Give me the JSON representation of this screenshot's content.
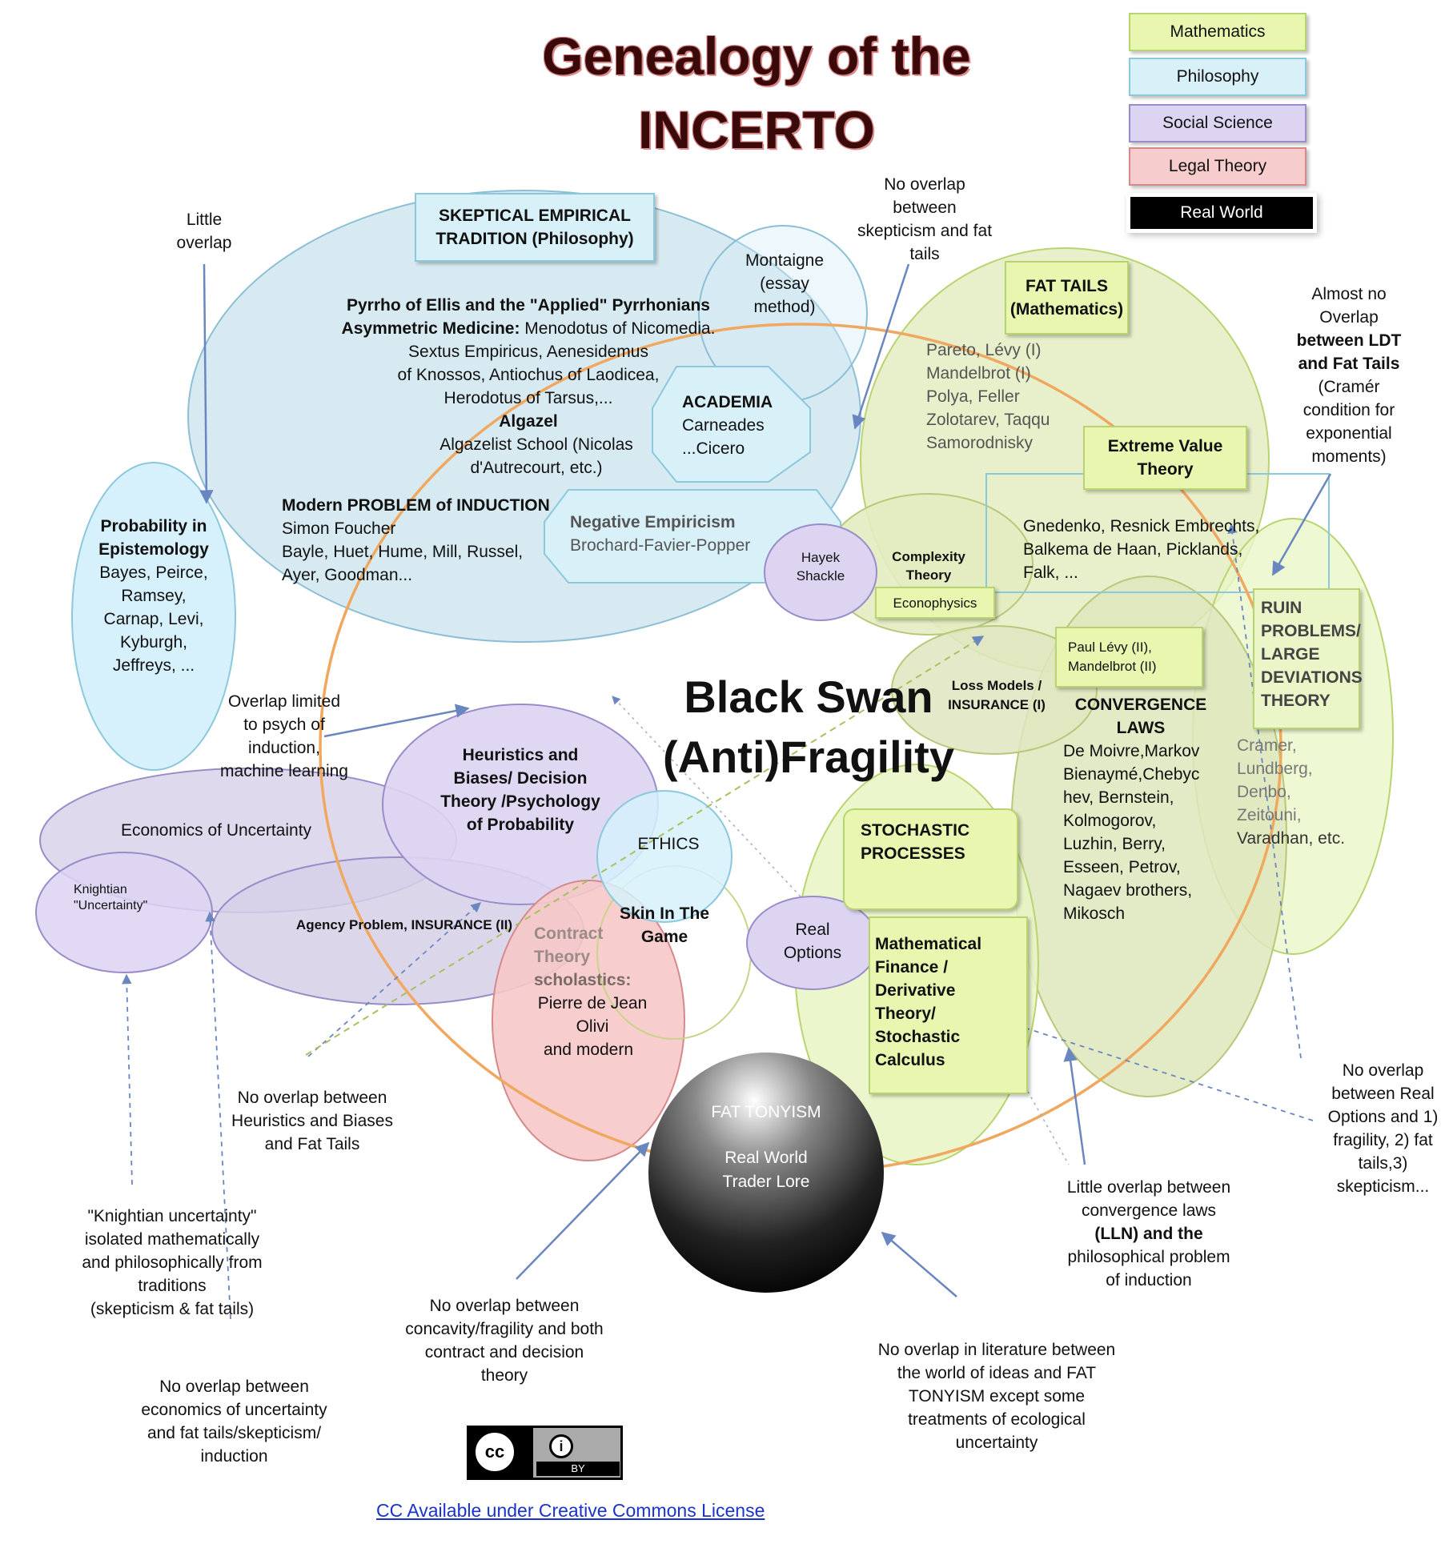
{
  "title": {
    "line1": "Genealogy of the",
    "line2": "INCERTO"
  },
  "legend": [
    {
      "label": "Mathematics",
      "color": "#e8f6b0",
      "border": "#b8d470",
      "text_color": "#111"
    },
    {
      "label": "Philosophy",
      "color": "#d8f0f8",
      "border": "#8cc8dc",
      "text_color": "#111"
    },
    {
      "label": "Social Science",
      "color": "#ddd4f2",
      "border": "#9a8cc8",
      "text_color": "#111"
    },
    {
      "label": "Legal Theory",
      "color": "#f6cccc",
      "border": "#d48a8a",
      "text_color": "#111"
    },
    {
      "label": "Real World",
      "color": "#000000",
      "border": "#000000",
      "text_color": "#fff"
    }
  ],
  "center": {
    "line1": "Black Swan",
    "line2": "(Anti)Fragility"
  },
  "skeptical": {
    "header": [
      "SKEPTICAL EMPIRICAL",
      "TRADITION (Philosophy)"
    ],
    "pyrrho": "Pyrrho of Ellis and the \"Applied\" Pyrrhonians",
    "asym_bold": "Asymmetric Medicine:",
    "asym_rest": " Menodotus of Nicomedia.",
    "lines": [
      "Sextus Empiricus, Aenesidemus",
      "of Knossos, Antiochus of Laodicea,",
      "Herodotus of Tarsus,..."
    ],
    "algazel": "Algazel",
    "algazel_school": [
      "Algazelist School (Nicolas",
      "d'Autrecourt, etc.)"
    ],
    "induction_title": "Modern PROBLEM of INDUCTION",
    "induction_lines": [
      "Simon Foucher",
      "Bayle, Huet, Hume, Mill, Russel,",
      "Ayer, Goodman..."
    ]
  },
  "montaigne": [
    "Montaigne",
    "(essay",
    "method)"
  ],
  "academia": {
    "title": "ACADEMIA",
    "lines": [
      "Carneades",
      "...Cicero"
    ]
  },
  "negative_empiricism": {
    "title": "Negative Empiricism",
    "sub": "Brochard-Favier-Popper"
  },
  "hayek": [
    "Hayek",
    "Shackle"
  ],
  "complexity": [
    "Complexity",
    "Theory"
  ],
  "econophysics": "Econophysics",
  "fat_tails": {
    "header": [
      "FAT TAILS",
      "(Mathematics)"
    ],
    "lines": [
      "Pareto, Lévy (I)",
      "Mandelbrot (I)",
      "Polya,  Feller",
      "Zolotarev, Taqqu",
      "Samorodnisky"
    ]
  },
  "evt": {
    "header": [
      "Extreme Value",
      "Theory"
    ],
    "lines": [
      "Gnedenko, Resnick Embrechts,",
      "Balkema de Haan, Picklands,",
      "Falk, ..."
    ]
  },
  "ruin": {
    "header": [
      "RUIN",
      "PROBLEMS/",
      "LARGE",
      "DEVIATIONS",
      "THEORY"
    ],
    "lines": [
      "Cramer,",
      "Lundberg,",
      "Denbo,",
      "Zeitouni,",
      "Varadhan, etc."
    ]
  },
  "paul_levy": [
    "Paul Lévy (II),",
    "Mandelbrot (II)"
  ],
  "loss_models": [
    "Loss Models /",
    "INSURANCE (I)"
  ],
  "convergence": {
    "header": [
      "CONVERGENCE",
      "LAWS"
    ],
    "lines": [
      "De Moivre,Markov",
      "Bienaymé,Chebyc",
      "hev, Bernstein,",
      "Kolmogorov,",
      "Luzhin, Berry,",
      "Esseen, Petrov,",
      "Nagaev brothers,",
      "Mikosch"
    ]
  },
  "stochastic": [
    "STOCHASTIC",
    "PROCESSES"
  ],
  "math_finance": [
    "Mathematical",
    "Finance /",
    "Derivative",
    "Theory/",
    "Stochastic",
    "Calculus"
  ],
  "real_options": [
    "Real",
    "Options"
  ],
  "probability_epistemology": {
    "header": [
      "Probability in",
      "Epistemology"
    ],
    "lines": [
      "Bayes, Peirce,",
      "Ramsey,",
      "Carnap,  Levi,",
      "Kyburgh,",
      "Jeffreys, ..."
    ]
  },
  "heuristics": [
    "Heuristics and",
    "Biases/  Decision",
    "Theory /Psychology",
    "of Probability"
  ],
  "ethics": "ETHICS",
  "skin": [
    "Skin In The",
    "Game"
  ],
  "contract": {
    "faded": [
      "Contract",
      "Theory",
      "scholastics:"
    ],
    "lines": [
      "Pierre de Jean",
      "Olivi",
      "and modern"
    ]
  },
  "economics_uncertainty": "Economics of Uncertainty",
  "knightian": [
    "Knightian",
    "\"Uncertainty\""
  ],
  "agency": "Agency Problem,  INSURANCE (II)",
  "fat_tonyism": {
    "title": "FAT TONYISM",
    "lines": [
      "Real World",
      "Trader Lore"
    ]
  },
  "notes": {
    "little_overlap": [
      "Little",
      "overlap"
    ],
    "no_overlap_skept_fat": [
      "No overlap",
      "between",
      "skepticism and fat",
      "tails"
    ],
    "almost_no_overlap": [
      "Almost no",
      "Overlap",
      "between LDT",
      "and Fat Tails",
      "(Cramér",
      "condition for",
      "exponential",
      "moments)"
    ],
    "overlap_limited": [
      "Overlap limited",
      "to psych of",
      "induction,",
      "machine learning"
    ],
    "no_overlap_heuristics": [
      "No overlap between",
      "Heuristics and Biases",
      "and Fat Tails"
    ],
    "knightian_isolated": [
      "\"Knightian uncertainty\"",
      "isolated mathematically",
      "and philosophically from",
      "traditions",
      "(skepticism & fat tails)"
    ],
    "no_overlap_econ": [
      "No overlap between",
      "economics of uncertainty",
      "and fat tails/skepticism/",
      "induction"
    ],
    "no_overlap_concavity": [
      "No overlap between",
      "concavity/fragility and both",
      "contract and  decision",
      "theory"
    ],
    "no_overlap_literature": [
      "No overlap in literature between",
      "the world of ideas and FAT",
      "TONYISM except some",
      "treatments of ecological",
      "uncertainty"
    ],
    "little_overlap_convergence": [
      "Little overlap between",
      "convergence laws",
      "(LLN) and the",
      "philosophical problem",
      "of induction"
    ],
    "no_overlap_real_options": [
      "No overlap",
      "between Real",
      "Options and 1)",
      "fragility, 2) fat",
      "tails,3)",
      "skepticism..."
    ]
  },
  "cc": {
    "badge_left": "cc",
    "badge_by": "BY",
    "link": "CC Available under Creative Commons License"
  }
}
